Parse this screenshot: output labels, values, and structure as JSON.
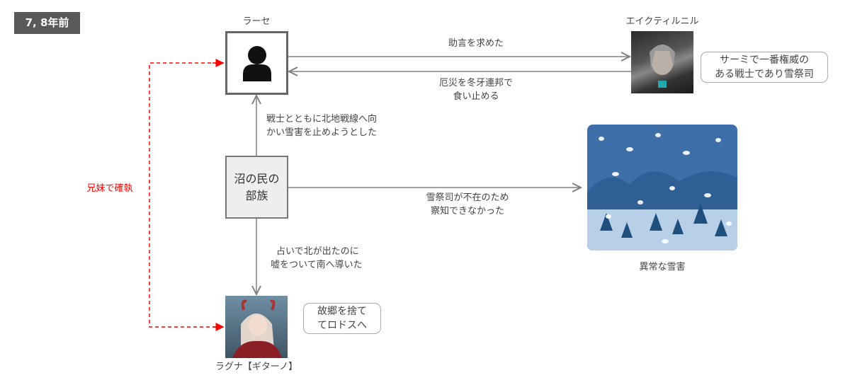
{
  "badge": "7, 8年前",
  "nodes": {
    "rahse": {
      "name": "ラーセ"
    },
    "eikthyrnir": {
      "name": "エイクティルニル",
      "note": [
        "サーミで一番権威の",
        "ある戦士であり雪祭司"
      ]
    },
    "tribe": {
      "name": [
        "沼の民の",
        "部族"
      ]
    },
    "snow": {
      "name": "異常な雪害"
    },
    "ragna": {
      "name": "ラグナ【ギターノ】",
      "note": [
        "故郷を捨て",
        "てロドスへ"
      ]
    }
  },
  "edges": {
    "ask_advice": "助言を求めた",
    "reply": [
      "厄災を冬牙連邦で",
      "食い止める"
    ],
    "tribe_to_rahse": [
      "戦士とともに北地戦線へ向",
      "かい雪害を止めようとした"
    ],
    "tribe_to_snow": [
      "雪祭司が不在のため",
      "察知できなかった"
    ],
    "tribe_to_ragna": [
      "占いで北が出たのに",
      "嘘をついて南へ導いた"
    ],
    "siblings": "兄妹で確執"
  },
  "colors": {
    "accent_red": "#ff0000",
    "line": "#808080",
    "badge": "#595959"
  }
}
